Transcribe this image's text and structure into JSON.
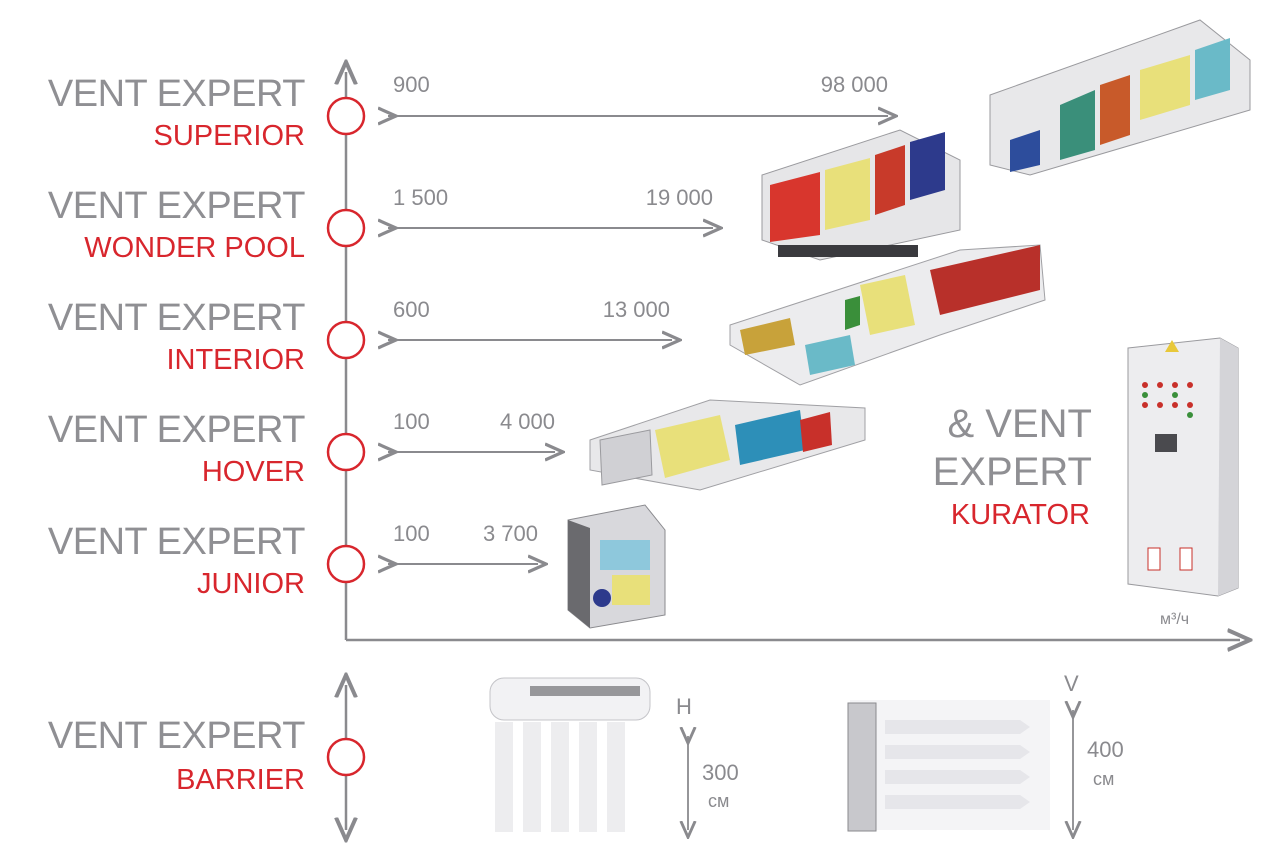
{
  "chart_data": {
    "type": "range-bar",
    "unit_label": "м³/ч",
    "series": [
      {
        "name": "VENT EXPERT",
        "sub": "SUPERIOR",
        "min": 900,
        "max": 98000,
        "min_label": "900",
        "max_label": "98 000"
      },
      {
        "name": "VENT EXPERT",
        "sub": "WONDER POOL",
        "min": 1500,
        "max": 19000,
        "min_label": "1 500",
        "max_label": "19 000"
      },
      {
        "name": "VENT EXPERT",
        "sub": "INTERIOR",
        "min": 600,
        "max": 13000,
        "min_label": "600",
        "max_label": "13 000"
      },
      {
        "name": "VENT EXPERT",
        "sub": "HOVER",
        "min": 100,
        "max": 4000,
        "min_label": "100",
        "max_label": "4 000"
      },
      {
        "name": "VENT EXPERT",
        "sub": "JUNIOR",
        "min": 100,
        "max": 3700,
        "min_label": "100",
        "max_label": "3 700"
      }
    ]
  },
  "kurator": {
    "line1": "& VENT",
    "line2": "EXPERT",
    "line3": "KURATOR"
  },
  "barrier": {
    "name": "VENT EXPERT",
    "sub": "BARRIER",
    "horizontal": {
      "letter": "H",
      "value": "300",
      "unit": "см"
    },
    "vertical": {
      "letter": "V",
      "value": "400",
      "unit": "см"
    }
  },
  "colors": {
    "accent": "#d8262d",
    "text_grey": "#8f8f93",
    "axis": "#8a8a8e"
  }
}
